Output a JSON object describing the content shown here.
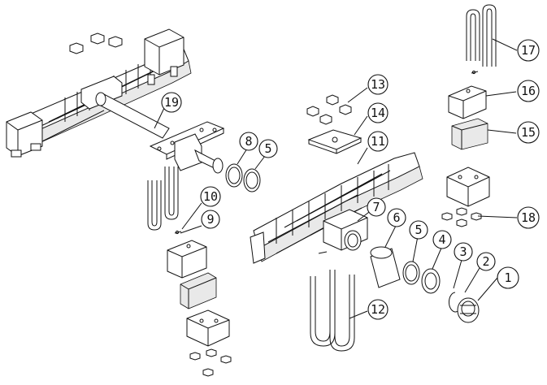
{
  "callouts": [
    {
      "id": "1",
      "label": "1"
    },
    {
      "id": "2",
      "label": "2"
    },
    {
      "id": "3",
      "label": "3"
    },
    {
      "id": "4",
      "label": "4"
    },
    {
      "id": "5a",
      "label": "5"
    },
    {
      "id": "5b",
      "label": "5"
    },
    {
      "id": "6",
      "label": "6"
    },
    {
      "id": "7",
      "label": "7"
    },
    {
      "id": "8",
      "label": "8"
    },
    {
      "id": "9",
      "label": "9"
    },
    {
      "id": "10",
      "label": "10"
    },
    {
      "id": "11",
      "label": "11"
    },
    {
      "id": "12",
      "label": "12"
    },
    {
      "id": "13",
      "label": "13"
    },
    {
      "id": "14",
      "label": "14"
    },
    {
      "id": "15",
      "label": "15"
    },
    {
      "id": "16",
      "label": "16"
    },
    {
      "id": "17",
      "label": "17"
    },
    {
      "id": "18",
      "label": "18"
    },
    {
      "id": "19",
      "label": "19"
    }
  ]
}
